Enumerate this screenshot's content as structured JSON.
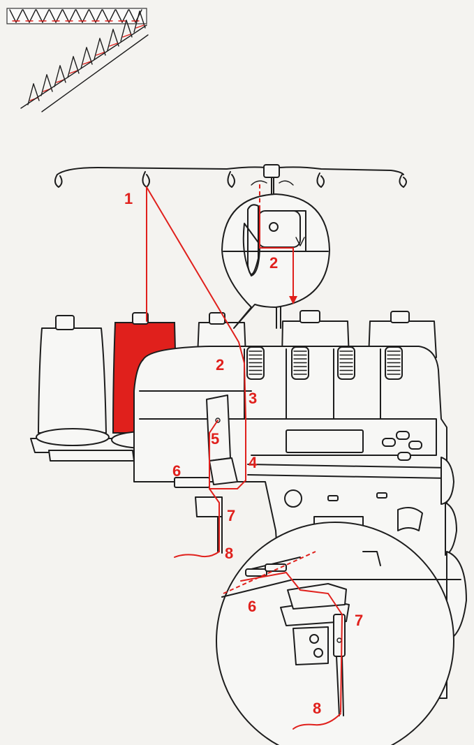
{
  "colors": {
    "thread": "#e0201c",
    "spool": "#e0201c",
    "ink": "#1d1d1d",
    "background": "#f4f3f0"
  },
  "labels": {
    "step1": "1",
    "step2_inset": "2",
    "step2": "2",
    "step3": "3",
    "step4": "4",
    "step5": "5",
    "step6": "6",
    "step7": "7",
    "step8": "8",
    "step6_detail": "6",
    "step7_detail": "7",
    "step8_detail": "8"
  }
}
